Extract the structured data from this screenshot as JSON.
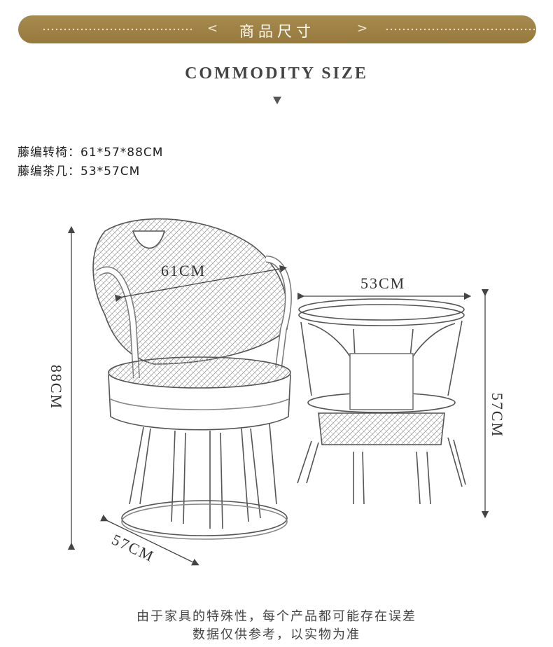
{
  "header": {
    "title": "商品尺寸",
    "left_arrow": "<",
    "right_arrow": ">",
    "subtitle": "COMMODITY SIZE"
  },
  "specs": [
    {
      "label": "藤编转椅：61*57*88CM"
    },
    {
      "label": "藤编茶几：53*57CM"
    }
  ],
  "dimensions": {
    "chair_width": "61CM",
    "chair_depth": "57CM",
    "chair_height": "88CM",
    "table_width": "53CM",
    "table_height": "57CM"
  },
  "footer": {
    "line1": "由于家具的特殊性，每个产品都可能存在误差",
    "line2": "数据仅供参考，以实物为准"
  },
  "colors": {
    "banner": "#a0834a",
    "line": "#555555"
  }
}
